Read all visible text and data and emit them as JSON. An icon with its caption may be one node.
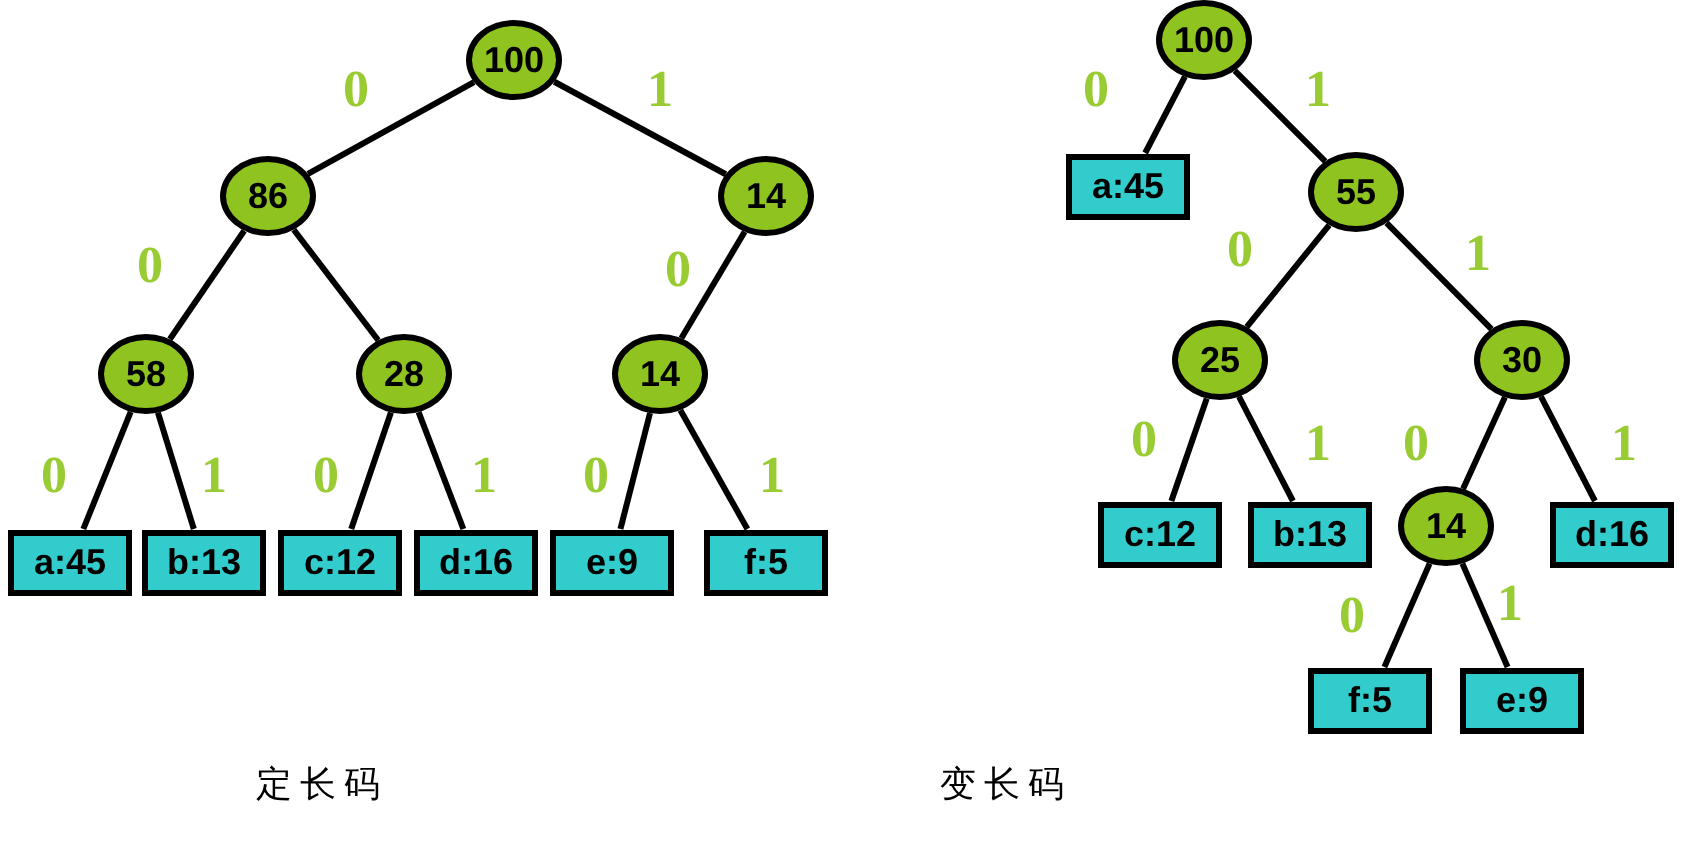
{
  "diagram": {
    "nodes": [
      {
        "text": [
          "100"
        ]
      },
      {
        "text": [
          "86"
        ]
      },
      {
        "text": [
          "14"
        ]
      },
      {
        "text": [
          "58"
        ]
      },
      {
        "text": [
          "28"
        ]
      },
      {
        "text": [
          "14"
        ]
      },
      {
        "text": [
          "a:45"
        ]
      },
      {
        "text": [
          "b:13"
        ]
      },
      {
        "text": [
          "c:12"
        ]
      },
      {
        "text": [
          "d:16"
        ]
      },
      {
        "text": [
          "e:9"
        ]
      },
      {
        "text": [
          "f:5"
        ]
      },
      {
        "text": [
          "100"
        ]
      },
      {
        "text": [
          "a:45"
        ]
      },
      {
        "text": [
          "55"
        ]
      },
      {
        "text": [
          "25"
        ]
      },
      {
        "text": [
          "30"
        ]
      },
      {
        "text": [
          "c:12"
        ]
      },
      {
        "text": [
          "b:13"
        ]
      },
      {
        "text": [
          "14"
        ]
      },
      {
        "text": [
          "d:16"
        ]
      },
      {
        "text": [
          "f:5"
        ]
      },
      {
        "text": [
          "e:9"
        ]
      }
    ],
    "edges": [
      {
        "from": 0,
        "to": 1,
        "arrow": "none",
        "label": "0"
      },
      {
        "from": 0,
        "to": 2,
        "arrow": "none",
        "label": "1"
      },
      {
        "from": 1,
        "to": 3,
        "arrow": "none",
        "label": "0"
      },
      {
        "from": 1,
        "to": 4,
        "arrow": "none"
      },
      {
        "from": 2,
        "to": 5,
        "arrow": "none",
        "label": "0"
      },
      {
        "from": 3,
        "to": 6,
        "arrow": "none",
        "label": "0"
      },
      {
        "from": 3,
        "to": 7,
        "arrow": "none",
        "label": "1"
      },
      {
        "from": 4,
        "to": 8,
        "arrow": "none",
        "label": "0"
      },
      {
        "from": 4,
        "to": 9,
        "arrow": "none",
        "label": "1"
      },
      {
        "from": 5,
        "to": 10,
        "arrow": "none",
        "label": "0"
      },
      {
        "from": 5,
        "to": 11,
        "arrow": "none",
        "label": "1"
      },
      {
        "from": 12,
        "to": 13,
        "arrow": "none",
        "label": "0"
      },
      {
        "from": 12,
        "to": 14,
        "arrow": "none",
        "label": "1"
      },
      {
        "from": 14,
        "to": 15,
        "arrow": "none",
        "label": "0"
      },
      {
        "from": 14,
        "to": 16,
        "arrow": "none",
        "label": "1"
      },
      {
        "from": 15,
        "to": 17,
        "arrow": "none",
        "label": "0"
      },
      {
        "from": 15,
        "to": 18,
        "arrow": "none",
        "label": "1"
      },
      {
        "from": 16,
        "to": 19,
        "arrow": "none",
        "label": "0"
      },
      {
        "from": 16,
        "to": 20,
        "arrow": "none",
        "label": "1"
      },
      {
        "from": 19,
        "to": 21,
        "arrow": "none",
        "label": "0"
      },
      {
        "from": 19,
        "to": 22,
        "arrow": "none",
        "label": "1"
      }
    ],
    "labels": [
      "定长码",
      "变长码"
    ]
  }
}
